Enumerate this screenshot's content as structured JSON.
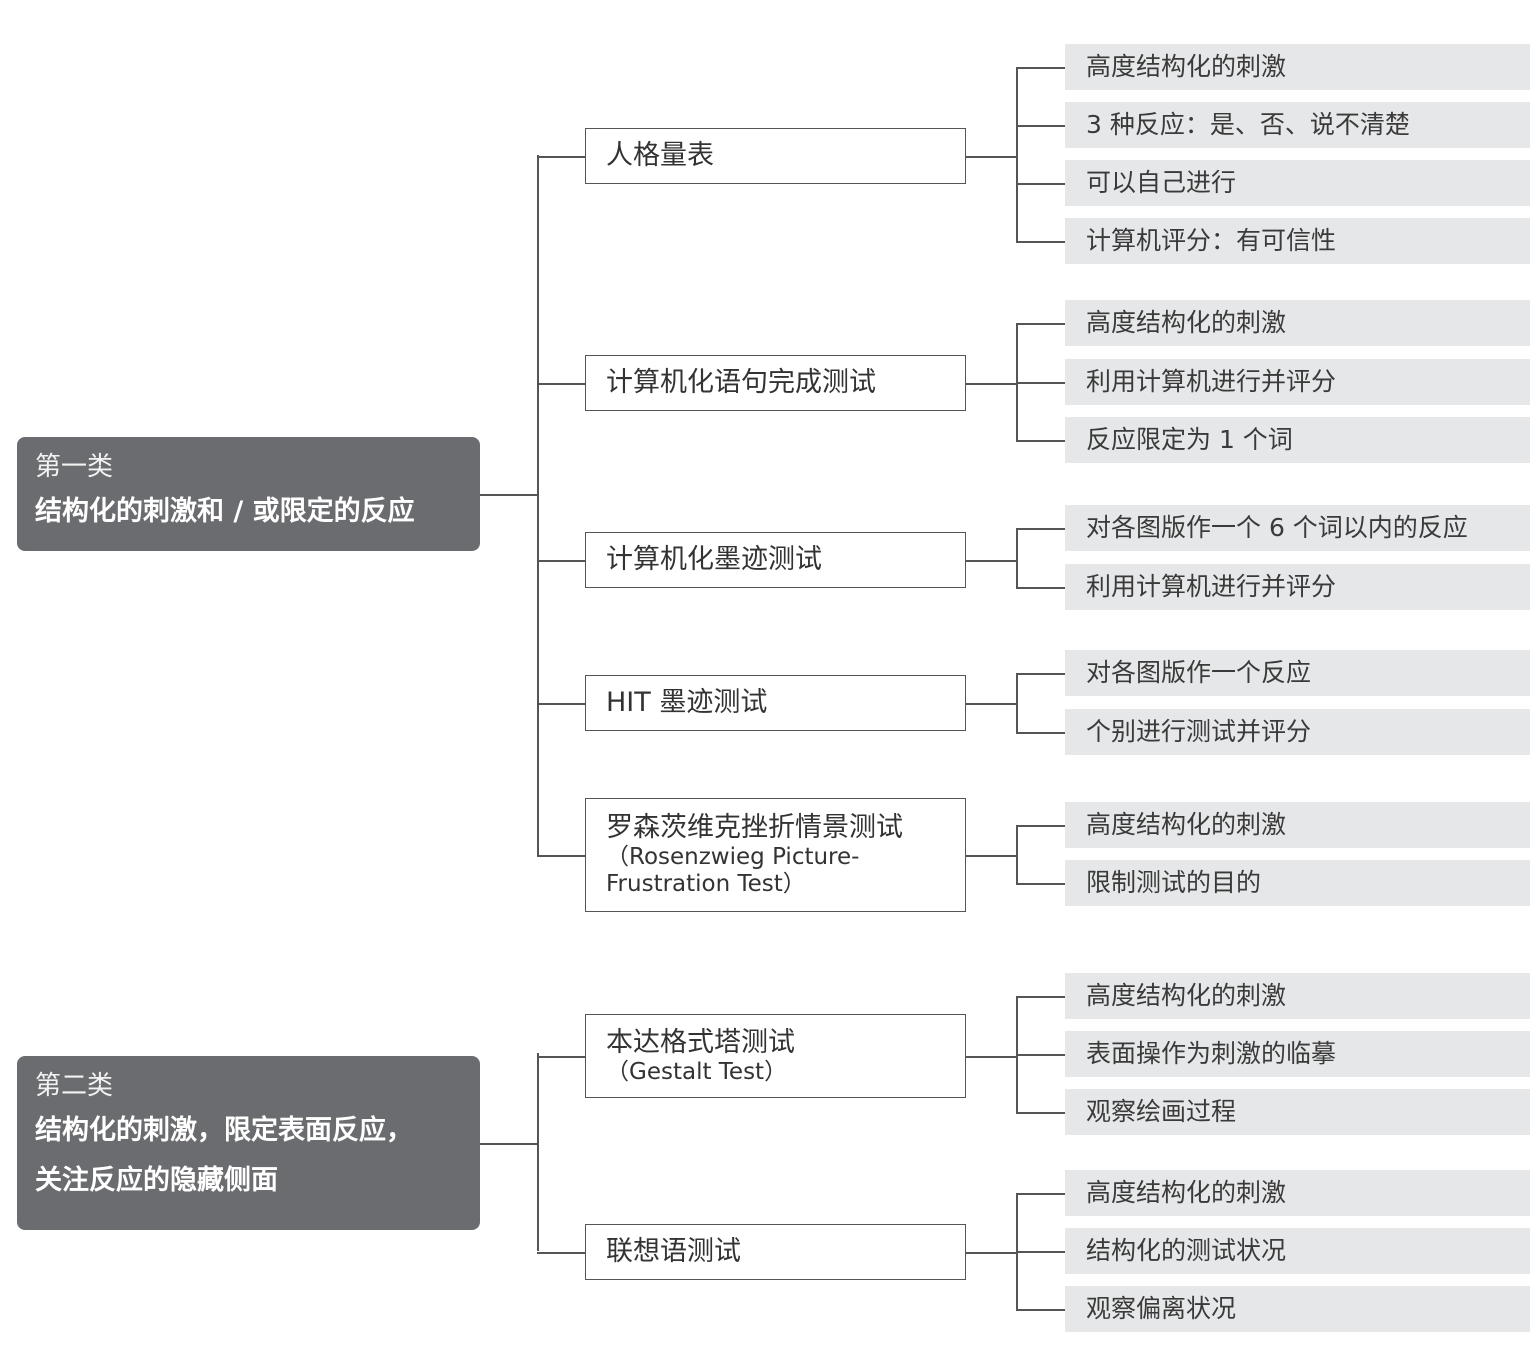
{
  "categories": [
    {
      "label": "第一类",
      "description_lines": [
        "结构化的刺激和 / 或限定的反应"
      ],
      "tests": [
        {
          "title": "人格量表",
          "subtitle": "",
          "features": [
            "高度结构化的刺激",
            "3 种反应：是、否、说不清楚",
            "可以自己进行",
            "计算机评分：有可信性"
          ]
        },
        {
          "title": "计算机化语句完成测试",
          "subtitle": "",
          "features": [
            "高度结构化的刺激",
            "利用计算机进行并评分",
            "反应限定为 1 个词"
          ]
        },
        {
          "title": "计算机化墨迹测试",
          "subtitle": "",
          "features": [
            "对各图版作一个 6 个词以内的反应",
            "利用计算机进行并评分"
          ]
        },
        {
          "title": "HIT 墨迹测试",
          "subtitle": "",
          "features": [
            "对各图版作一个反应",
            "个别进行测试并评分"
          ]
        },
        {
          "title": "罗森茨维克挫折情景测试",
          "subtitle": "（Rosenzwieg Picture-\nFrustration Test）",
          "features": [
            "高度结构化的刺激",
            "限制测试的目的"
          ]
        }
      ]
    },
    {
      "label": "第二类",
      "description_lines": [
        "结构化的刺激，限定表面反应，",
        "关注反应的隐藏侧面"
      ],
      "tests": [
        {
          "title": "本达格式塔测试",
          "subtitle": "（Gestalt Test）",
          "features": [
            "高度结构化的刺激",
            "表面操作为刺激的临摹",
            "观察绘画过程"
          ]
        },
        {
          "title": "联想语测试",
          "subtitle": "",
          "features": [
            "高度结构化的刺激",
            "结构化的测试状况",
            "观察偏离状况"
          ]
        }
      ]
    }
  ]
}
